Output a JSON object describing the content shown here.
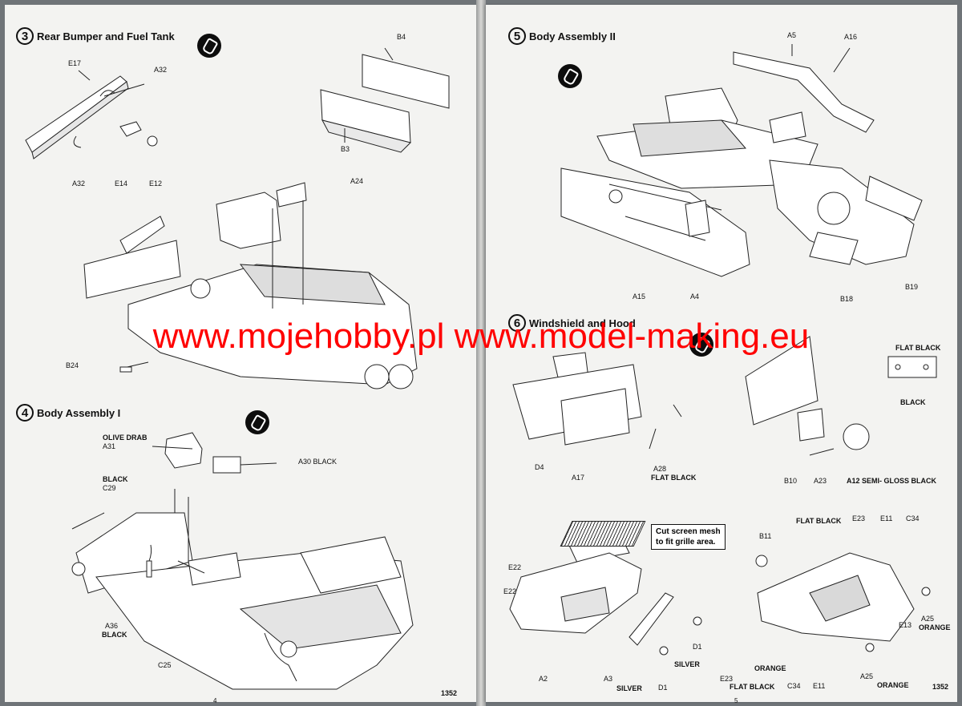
{
  "pages": {
    "left_footer_code": "1352",
    "left_page_number": "4",
    "right_footer_code": "1352",
    "right_page_number": "5"
  },
  "steps": {
    "s3": {
      "number": "3",
      "title": "Rear Bumper and Fuel Tank"
    },
    "s4": {
      "number": "4",
      "title": "Body Assembly I"
    },
    "s5": {
      "number": "5",
      "title": "Body Assembly II"
    },
    "s6": {
      "number": "6",
      "title": "Windshield and Hood"
    }
  },
  "labels": {
    "s3": {
      "e17": "E17",
      "a32_top": "A32",
      "a32_bottom": "A32",
      "e14": "E14",
      "e12": "E12",
      "b4": "B4",
      "b3": "B3",
      "a24": "A24",
      "b24": "B24"
    },
    "s4": {
      "olive_drab": "OLIVE DRAB",
      "a31": "A31",
      "a30_black": "A30 BLACK",
      "black_c29": "BLACK",
      "c29": "C29",
      "a36": "A36",
      "a36_black": "BLACK",
      "c25": "C25"
    },
    "s5": {
      "a5": "A5",
      "a16": "A16",
      "a15": "A15",
      "a4": "A4",
      "b18": "B18",
      "b19": "B19"
    },
    "s6": {
      "flat_black_top": "FLAT BLACK",
      "black_right": "BLACK",
      "d4": "D4",
      "a17": "A17",
      "a28": "A28",
      "a28_flat_black": "FLAT BLACK",
      "b10": "B10",
      "a23": "A23",
      "a12_semi": "A12 SEMI- GLOSS BLACK",
      "note_line1": "Cut screen mesh",
      "note_line2": "to fit grille area.",
      "flat_black_e23": "FLAT BLACK",
      "e23_top": "E23",
      "e11_top": "E11",
      "c34_top": "C34",
      "b11": "B11",
      "e22_top": "E22",
      "e22_mid": "E22",
      "silver_right": "SILVER",
      "silver_bottom": "SILVER",
      "d1_mid": "D1",
      "d1_bottom": "D1",
      "a2": "A2",
      "a3": "A3",
      "e13": "E13",
      "a25_right": "A25",
      "orange_right": "ORANGE",
      "e23_bottom": "E23",
      "flat_black_bottom": "FLAT BLACK",
      "orange_bottom_left": "ORANGE",
      "c34_bottom": "C34",
      "e11_bottom": "E11",
      "a25_bottom": "A25",
      "orange_bottom": "ORANGE"
    }
  },
  "watermark": "www.mojehobby.pl www.model-making.eu",
  "icons": [
    "cement-glue-icon",
    "cement-glue-icon",
    "cement-glue-icon",
    "cement-glue-icon",
    "cement-glue-icon"
  ],
  "colors": {
    "watermark": "#ff0000",
    "paper": "#f3f3f1",
    "ink": "#111111"
  }
}
